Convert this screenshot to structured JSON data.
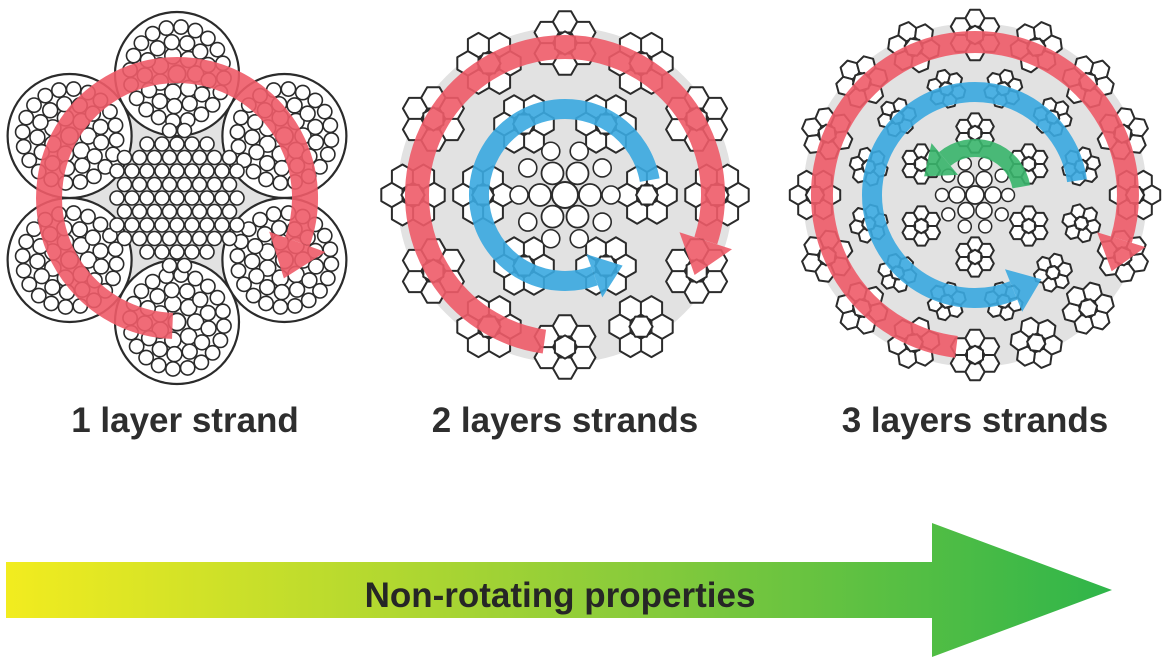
{
  "diagrams": [
    {
      "caption": "1 layer strand",
      "core": "many-wire",
      "arrows": [
        "red"
      ]
    },
    {
      "caption": "2 layers strands",
      "core": "wire-core",
      "arrows": [
        "red",
        "blue"
      ]
    },
    {
      "caption": "3 layers strands",
      "core": "wire-core",
      "arrows": [
        "red",
        "blue",
        "green"
      ]
    }
  ],
  "bottom_arrow": {
    "label": "Non-rotating properties",
    "gradient": [
      "#f2ec1f",
      "#8ccc3a",
      "#2fb54a"
    ]
  },
  "colors": {
    "red_arrow": "#ee5b68",
    "blue_arrow": "#3aa9e0",
    "green_arrow": "#38b56c",
    "wire_outline": "#2b2b2b",
    "backdrop": "#e2e2e2"
  }
}
